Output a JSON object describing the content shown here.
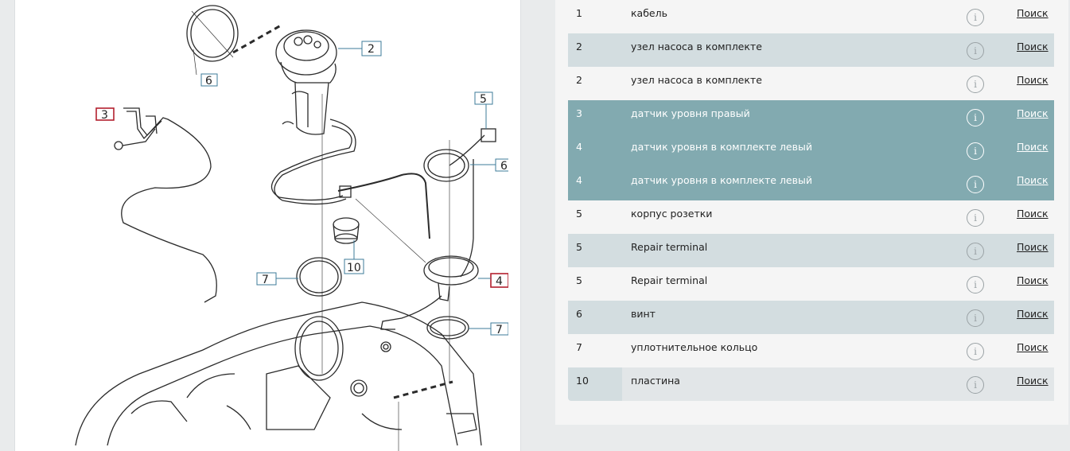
{
  "diagram": {
    "callouts": [
      {
        "label": "6",
        "highlight": false
      },
      {
        "label": "2",
        "highlight": false
      },
      {
        "label": "3",
        "highlight": true
      },
      {
        "label": "5",
        "highlight": false
      },
      {
        "label": "6",
        "highlight": false
      },
      {
        "label": "7",
        "highlight": false
      },
      {
        "label": "10",
        "highlight": false
      },
      {
        "label": "4",
        "highlight": true
      },
      {
        "label": "7",
        "highlight": false
      }
    ]
  },
  "parts": [
    {
      "num": "1",
      "name": "кабель",
      "info": "i",
      "search": "Поиск",
      "state": "odd"
    },
    {
      "num": "2",
      "name": "узел насоса в комплекте",
      "info": "i",
      "search": "Поиск",
      "state": "even"
    },
    {
      "num": "2",
      "name": "узел насоса в комплекте",
      "info": "i",
      "search": "Поиск",
      "state": "odd"
    },
    {
      "num": "3",
      "name": "датчик уровня правый",
      "info": "i",
      "search": "Поиск",
      "state": "sel"
    },
    {
      "num": "4",
      "name": "датчик уровня в комплекте левый",
      "info": "i",
      "search": "Поиск",
      "state": "sel"
    },
    {
      "num": "4",
      "name": "датчик уровня в комплекте левый",
      "info": "i",
      "search": "Поиск",
      "state": "sel"
    },
    {
      "num": "5",
      "name": "корпус розетки",
      "info": "i",
      "search": "Поиск",
      "state": "odd"
    },
    {
      "num": "5",
      "name": "Repair terminal",
      "info": "i",
      "search": "Поиск",
      "state": "even"
    },
    {
      "num": "5",
      "name": "Repair terminal",
      "info": "i",
      "search": "Поиск",
      "state": "odd"
    },
    {
      "num": "6",
      "name": "винт",
      "info": "i",
      "search": "Поиск",
      "state": "even"
    },
    {
      "num": "7",
      "name": "уплотнительное кольцо",
      "info": "i",
      "search": "Поиск",
      "state": "odd"
    },
    {
      "num": "10",
      "name": "пластина",
      "info": "i",
      "search": "Поиск",
      "state": "even"
    }
  ]
}
